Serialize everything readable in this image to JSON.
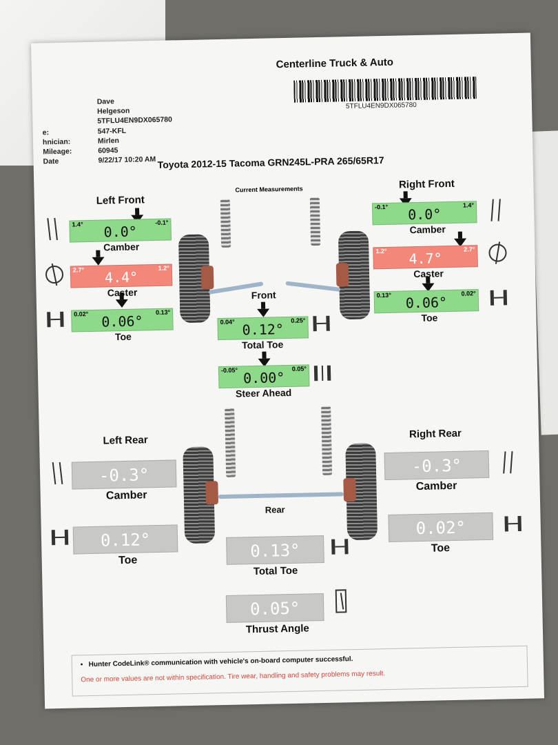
{
  "shop_name": "Centerline Truck & Auto",
  "barcode_text": "5TFLU4EN9DX065780",
  "info_rows": [
    {
      "label": "",
      "value": "Dave"
    },
    {
      "label": "",
      "value": "Helgeson"
    },
    {
      "label": "",
      "value": "5TFLU4EN9DX065780"
    },
    {
      "label": "e:",
      "value": "547-KFL"
    },
    {
      "label": "hnician:",
      "value": "Mirlen"
    },
    {
      "label": "Mileage:",
      "value": "60945"
    },
    {
      "label": "Date",
      "value": "9/22/17 10:20 AM"
    }
  ],
  "vehicle": "Toyota 2012-15 Tacoma GRN245L-PRA 265/65R17",
  "current_measurements": "Current Measurements",
  "front": {
    "label": "Front",
    "left_title": "Left Front",
    "right_title": "Right Front",
    "left": {
      "camber": {
        "label": "Camber",
        "min": "1.4°",
        "max": "-0.1°",
        "value": "0.0°",
        "status": "green"
      },
      "caster": {
        "label": "Caster",
        "min": "2.7°",
        "max": "1.2°",
        "value": "4.4°",
        "status": "red"
      },
      "toe": {
        "label": "Toe",
        "min": "0.02°",
        "max": "0.13°",
        "value": "0.06°",
        "status": "green"
      }
    },
    "right": {
      "camber": {
        "label": "Camber",
        "min": "-0.1°",
        "max": "1.4°",
        "value": "0.0°",
        "status": "green"
      },
      "caster": {
        "label": "Caster",
        "min": "1.2°",
        "max": "2.7°",
        "value": "4.7°",
        "status": "red"
      },
      "toe": {
        "label": "Toe",
        "min": "0.13°",
        "max": "0.02°",
        "value": "0.06°",
        "status": "green"
      }
    },
    "total_toe": {
      "label": "Total Toe",
      "min": "0.04°",
      "max": "0.25°",
      "value": "0.12°",
      "status": "green"
    },
    "steer_ahead": {
      "label": "Steer Ahead",
      "min": "-0.05°",
      "max": "0.05°",
      "value": "0.00°",
      "status": "green"
    }
  },
  "rear": {
    "label": "Rear",
    "left_title": "Left Rear",
    "right_title": "Right Rear",
    "left": {
      "camber": {
        "label": "Camber",
        "value": "-0.3°"
      },
      "toe": {
        "label": "Toe",
        "value": "0.12°"
      }
    },
    "right": {
      "camber": {
        "label": "Camber",
        "value": "-0.3°"
      },
      "toe": {
        "label": "Toe",
        "value": "0.02°"
      }
    },
    "total_toe": {
      "label": "Total Toe",
      "value": "0.13°"
    },
    "thrust_angle": {
      "label": "Thrust Angle",
      "value": "0.05°"
    }
  },
  "footer": {
    "line1": "Hunter CodeLink® communication with vehicle's on-board computer successful.",
    "line2": "One or more values are not within specification. Tire wear, handling and safety problems may result."
  },
  "colors": {
    "green": "#8ed98a",
    "red": "#f3877a",
    "gray": "#c8c8c6",
    "warning_text": "#d0483c"
  }
}
